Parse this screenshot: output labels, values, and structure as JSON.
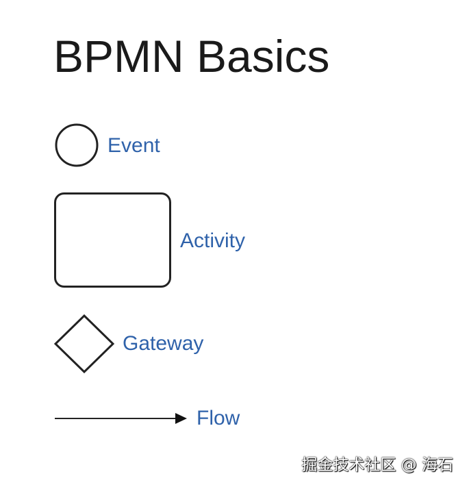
{
  "title": "BPMN Basics",
  "legend": {
    "event": {
      "label": "Event",
      "icon": "circle-icon"
    },
    "activity": {
      "label": "Activity",
      "icon": "rounded-rectangle-icon"
    },
    "gateway": {
      "label": "Gateway",
      "icon": "diamond-icon"
    },
    "flow": {
      "label": "Flow",
      "icon": "arrow-icon"
    }
  },
  "watermark": "掘金技术社区 @ 海石",
  "colors": {
    "title": "#1a1a1a",
    "label": "#2f62aa",
    "stroke": "#222222"
  }
}
